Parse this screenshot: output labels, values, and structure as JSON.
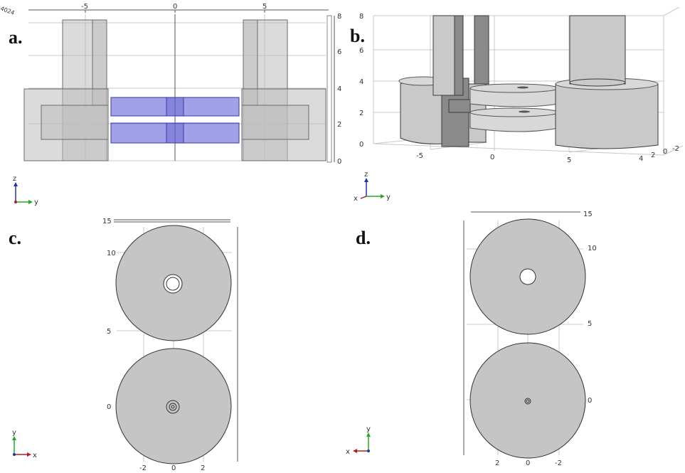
{
  "panels": {
    "a": {
      "label": "a.",
      "top_ticks": [
        "-5",
        "0",
        "5"
      ],
      "corner_tick": "4024",
      "right_ticks": [
        "8",
        "6",
        "4",
        "2",
        "0"
      ],
      "triad": {
        "vertical": "z",
        "horizontal": "y"
      }
    },
    "b": {
      "label": "b.",
      "left_ticks": [
        "8",
        "6",
        "4",
        "2",
        "0"
      ],
      "bottom_ticks": [
        "-5",
        "0",
        "5"
      ],
      "right_ticks": [
        "4",
        "2",
        "0",
        "-2"
      ],
      "triad": {
        "vertical": "z",
        "horizontal": "y",
        "depth": "x"
      }
    },
    "c": {
      "label": "c.",
      "corner_tick": "15",
      "left_ticks": [
        "10",
        "5",
        "0"
      ],
      "bottom_ticks": [
        "-2",
        "0",
        "2"
      ],
      "triad": {
        "vertical": "y",
        "horizontal": "x"
      }
    },
    "d": {
      "label": "d.",
      "corner_tick": "15",
      "right_ticks": [
        "10",
        "5",
        "0"
      ],
      "bottom_ticks": [
        "2",
        "0",
        "-2"
      ],
      "triad": {
        "vertical": "y",
        "horizontal": "x"
      }
    }
  }
}
